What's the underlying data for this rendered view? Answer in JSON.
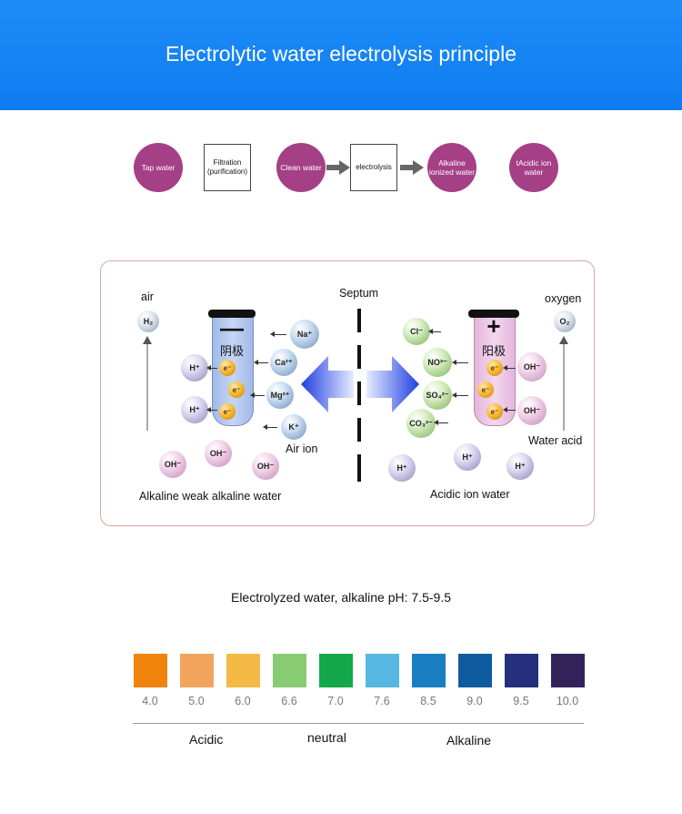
{
  "header": {
    "title": "Electrolytic water electrolysis principle"
  },
  "flow": {
    "tap_water": "Tap water",
    "filtration": "Filtration (purification)",
    "clean_water": "Clean water",
    "electrolysis": "electrolysis",
    "alkaline": "Alkaline ionized water",
    "acidic": "tAcidic ion water"
  },
  "diagram": {
    "air": "air",
    "septum": "Septum",
    "oxygen": "oxygen",
    "air_ion": "Air ion",
    "water_acid": "Water acid",
    "alkaline_label": "Alkaline weak alkaline water",
    "acidic_label": "Acidic ion water",
    "cathode_sign": "—",
    "cathode_cn": "阴极",
    "anode_sign": "+",
    "anode_cn": "阳极",
    "ions": {
      "h2": "H₂",
      "o2": "O₂",
      "h_plus": "H⁺",
      "e_minus": "e⁻",
      "oh_minus": "OH⁻",
      "na": "Na⁺",
      "ca": "Ca²⁺",
      "mg": "Mg²⁺",
      "k": "K⁺",
      "cl": "Cl⁻",
      "no3": "NO³⁻",
      "so4": "SO₄²⁻",
      "co3": "CO₃²⁻"
    }
  },
  "ph": {
    "title": "Electrolyzed water, alkaline pH: 7.5-9.5",
    "scale": [
      {
        "value": "4.0",
        "color": "#f0830c"
      },
      {
        "value": "5.0",
        "color": "#f2a45c"
      },
      {
        "value": "6.0",
        "color": "#f5b946"
      },
      {
        "value": "6.6",
        "color": "#87cc72"
      },
      {
        "value": "7.0",
        "color": "#15a84a"
      },
      {
        "value": "7.6",
        "color": "#56b8e0"
      },
      {
        "value": "8.5",
        "color": "#1a7fc2"
      },
      {
        "value": "9.0",
        "color": "#0f5b9f"
      },
      {
        "value": "9.5",
        "color": "#24307d"
      },
      {
        "value": "10.0",
        "color": "#33235a"
      }
    ],
    "acidic": "Acidic",
    "neutral": "neutral",
    "alkaline": "Alkaline"
  }
}
